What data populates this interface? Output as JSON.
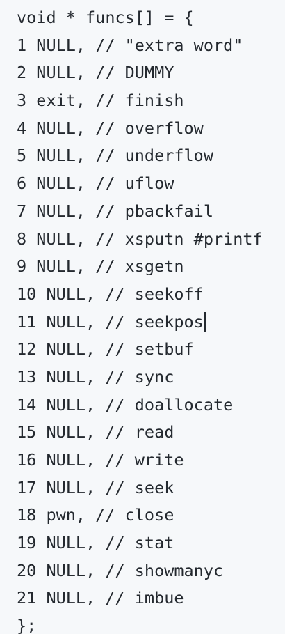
{
  "code": {
    "opening": "void * funcs[] = {",
    "lines": [
      "1 NULL, // \"extra word\"",
      "2 NULL, // DUMMY",
      "3 exit, // finish",
      "4 NULL, // overflow",
      "5 NULL, // underflow",
      "6 NULL, // uflow",
      "7 NULL, // pbackfail",
      "8 NULL, // xsputn #printf",
      "9 NULL, // xsgetn",
      "10 NULL, // seekoff",
      "11 NULL, // seekpos",
      "12 NULL, // setbuf",
      "13 NULL, // sync",
      "14 NULL, // doallocate",
      "15 NULL, // read",
      "16 NULL, // write",
      "17 NULL, // seek",
      "18 pwn, // close",
      "19 NULL, // stat",
      "20 NULL, // showmanyc",
      "21 NULL, // imbue"
    ],
    "closing": "};"
  }
}
